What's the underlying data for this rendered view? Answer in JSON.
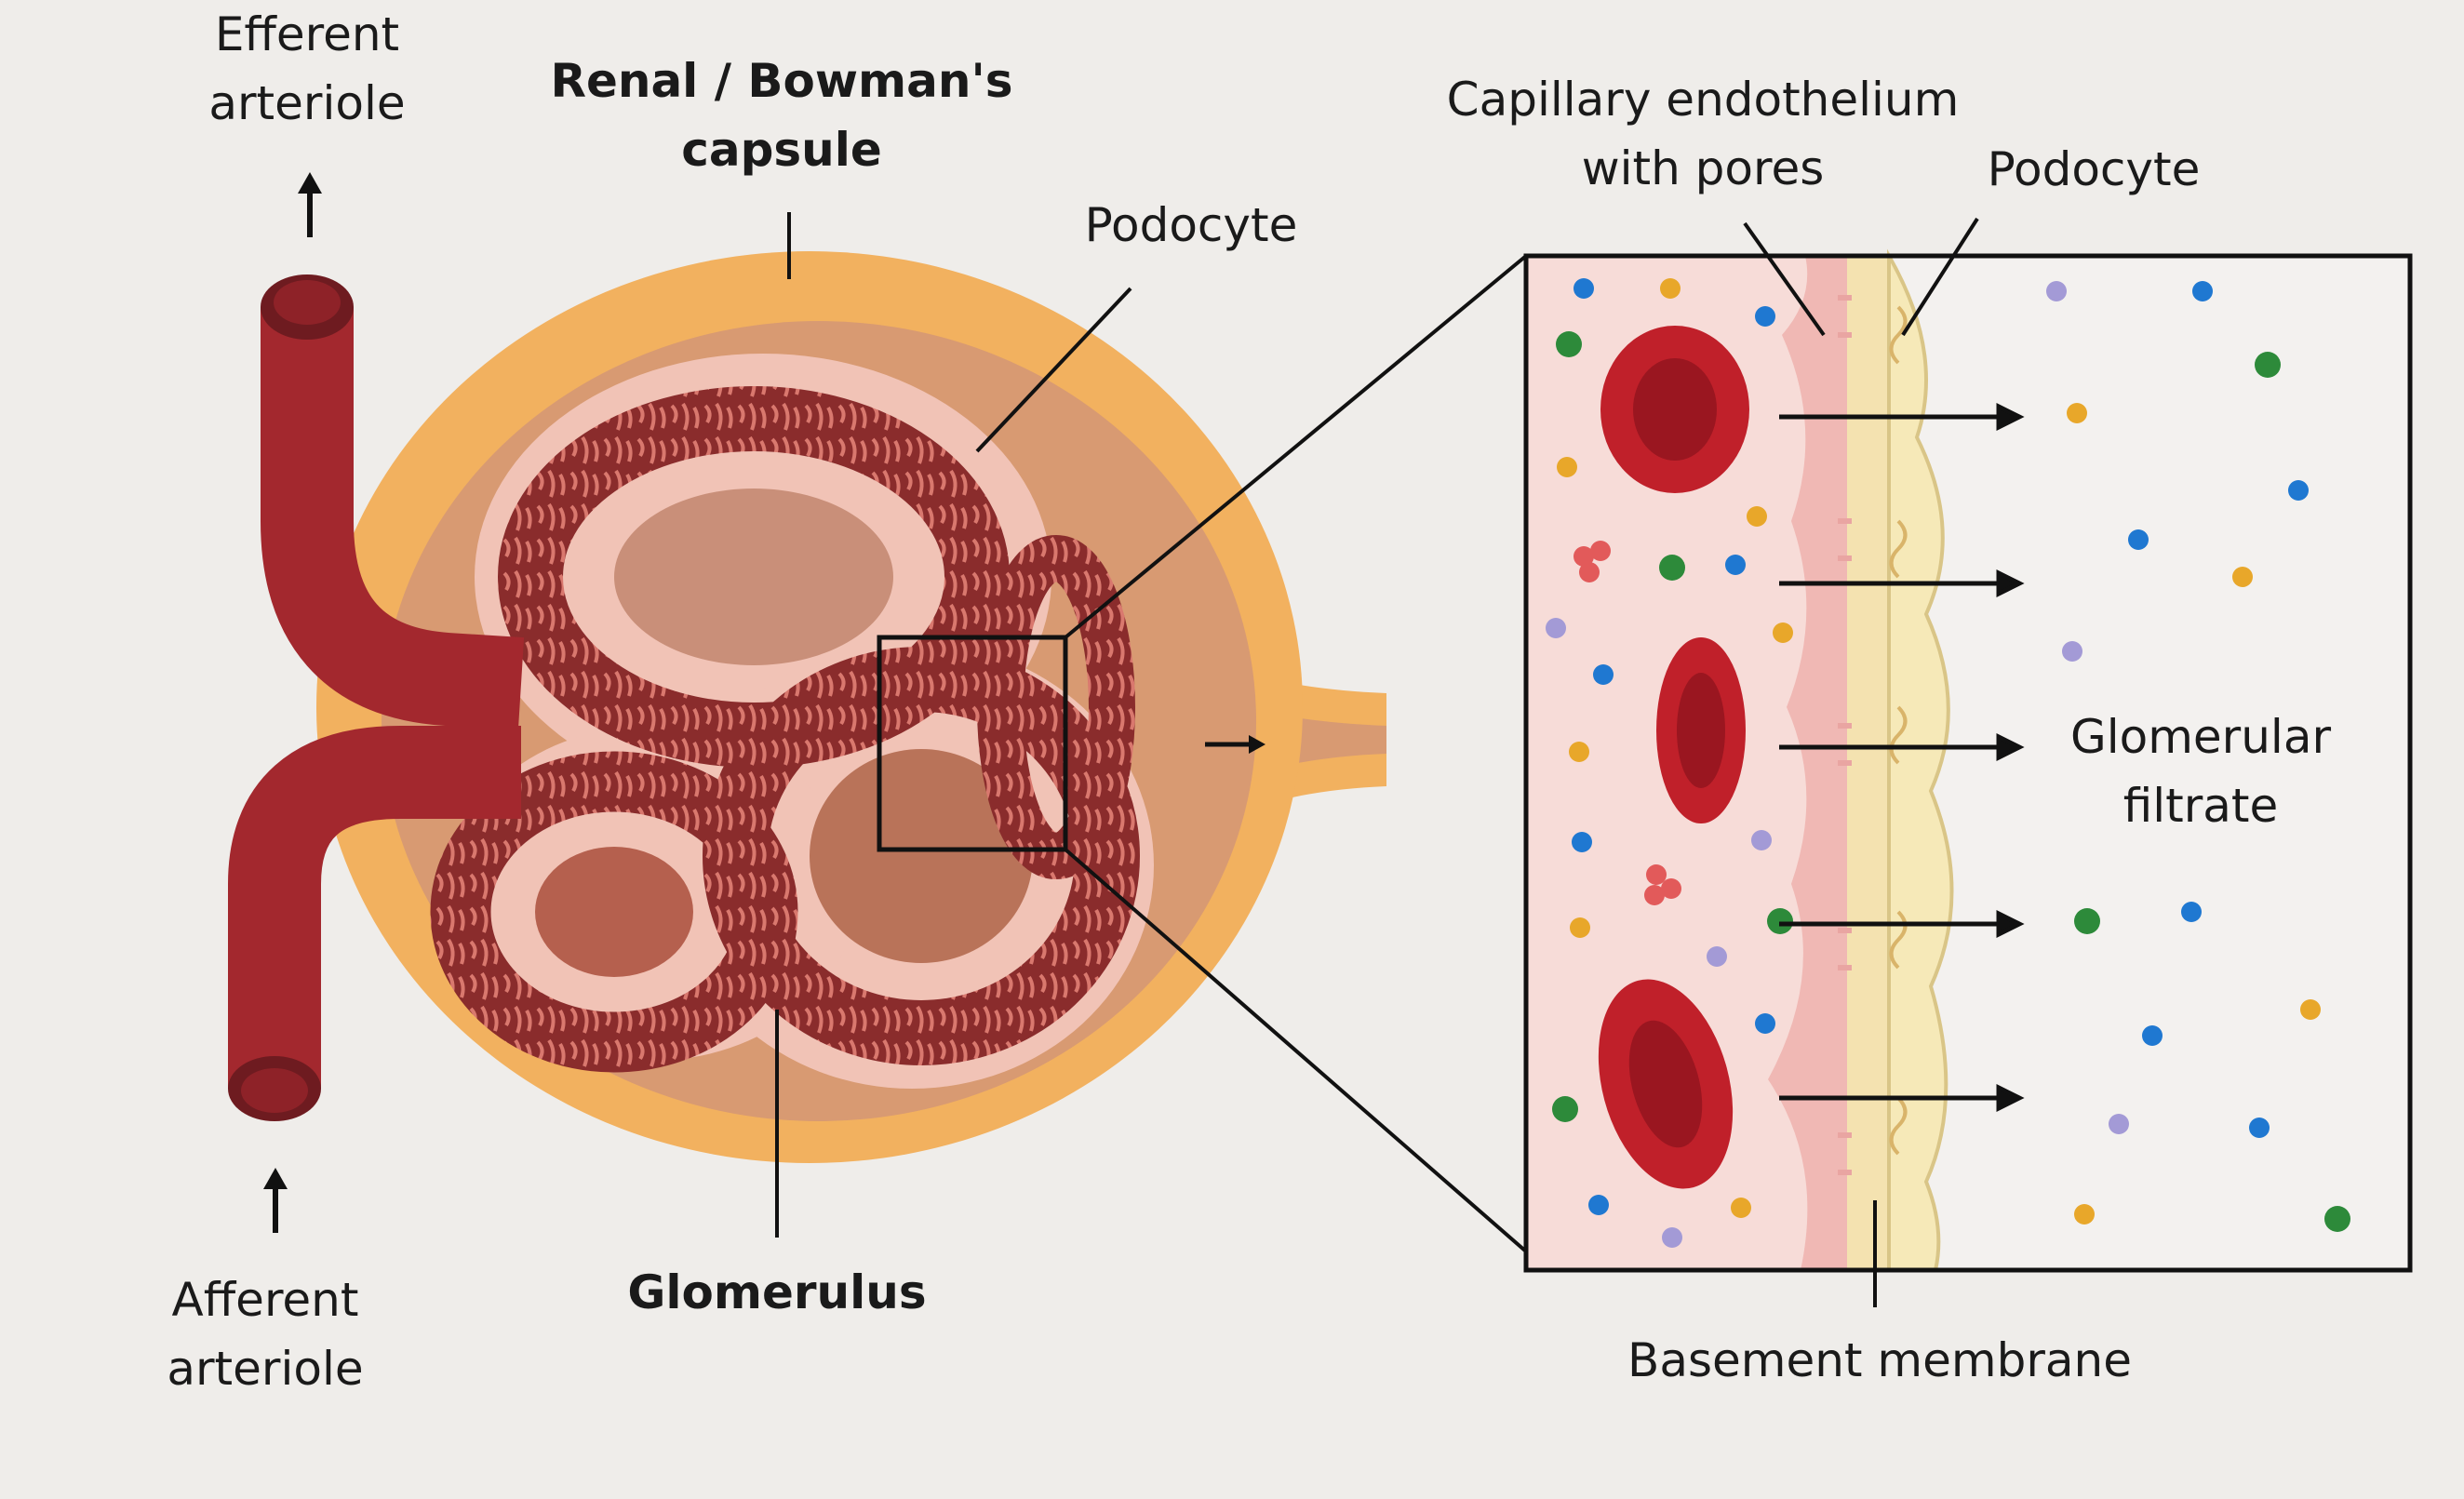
{
  "labels": {
    "efferent_arteriole": [
      "Efferent",
      "arteriole"
    ],
    "bowmans_capsule": [
      "Renal / Bowman's",
      "capsule"
    ],
    "podocyte_left": "Podocyte",
    "capillary_endothelium": [
      "Capillary endothelium",
      "with pores"
    ],
    "podocyte_right": "Podocyte",
    "glomerular_filtrate": [
      "Glomerular",
      "filtrate"
    ],
    "afferent_arteriole": [
      "Afferent",
      "arteriole"
    ],
    "glomerulus": "Glomerulus",
    "basement_membrane": "Basement membrane"
  },
  "colors": {
    "capsule_outer": "#f2b15f",
    "capsule_inner": "#d89a72",
    "glomerulus_pink": "#f1c3b6",
    "vessel": "#a3282e",
    "vessel_dark": "#6e1b20",
    "capillary_tissue": "#f7dcd8",
    "basement": "#f4e2b0",
    "red_cell": "#c0202a",
    "particle_blue": "#1f78d1",
    "particle_green": "#2d8a3a",
    "particle_yellow": "#e8a72a",
    "particle_purple": "#a39ad6",
    "line": "#111111"
  },
  "icons": {
    "up_arrow": "up-arrow-icon",
    "right_arrow": "right-arrow-icon"
  }
}
